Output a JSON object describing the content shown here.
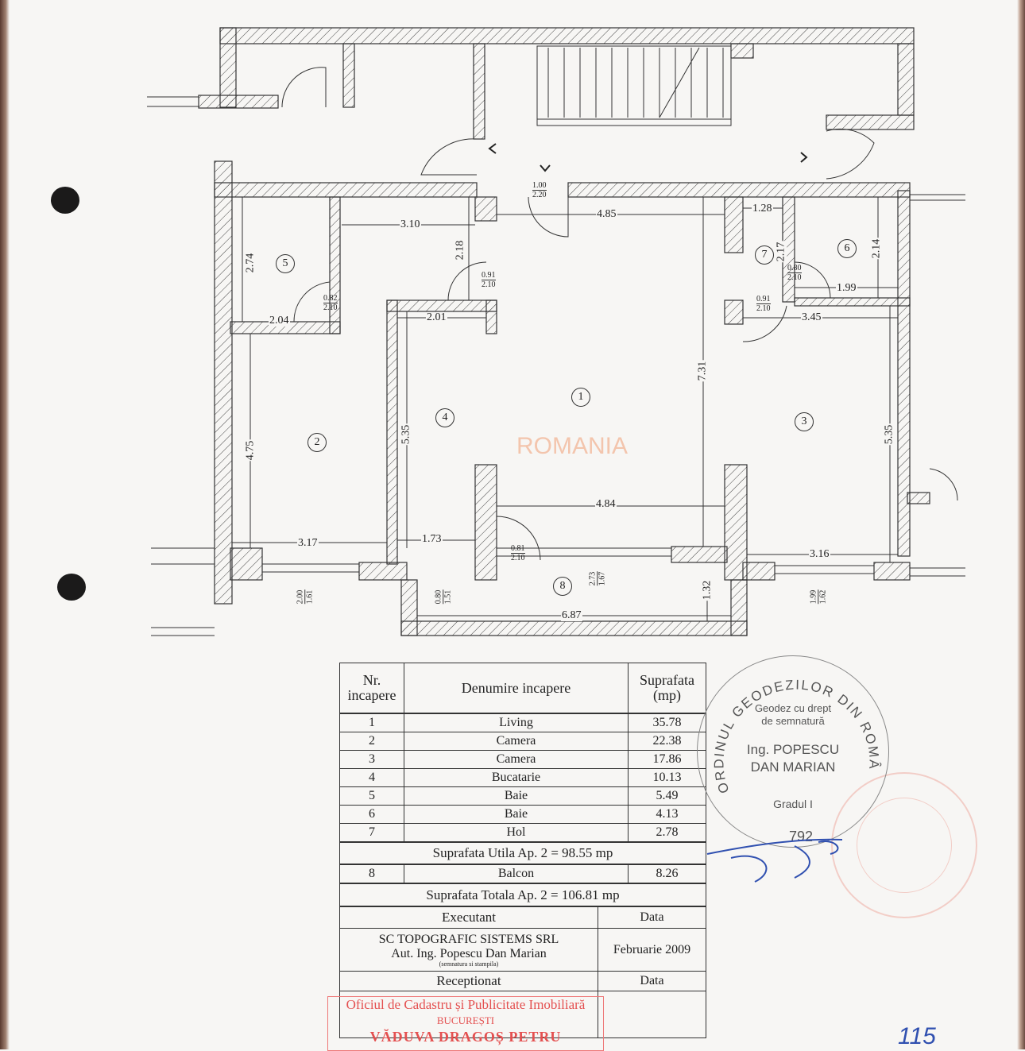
{
  "plan": {
    "watermark": "ROMANIA",
    "room_numbers": [
      "1",
      "2",
      "3",
      "4",
      "5",
      "6",
      "7",
      "8"
    ],
    "dimensions": [
      "3.10",
      "4.85",
      "1.28",
      "2.74",
      "2.18",
      "2.17",
      "2.14",
      "2.04",
      "2.01",
      "1.99",
      "3.45",
      "7.31",
      "4.75",
      "5.35",
      "5.35",
      "4.84",
      "3.17",
      "1.73",
      "3.16",
      "6.87",
      "1.32"
    ],
    "doors": [
      {
        "w": "1.00",
        "h": "2.20"
      },
      {
        "w": "0.91",
        "h": "2.10"
      },
      {
        "w": "0.82",
        "h": "2.10"
      },
      {
        "w": "0.80",
        "h": "2.10"
      },
      {
        "w": "0.91",
        "h": "2.10"
      },
      {
        "w": "0.81",
        "h": "2.10"
      }
    ],
    "windows": [
      {
        "w": "2.00",
        "h": "1.61"
      },
      {
        "w": "0.80",
        "h": "1.51"
      },
      {
        "w": "2.73",
        "h": "1.67"
      },
      {
        "w": "1.99",
        "h": "1.62"
      }
    ]
  },
  "table": {
    "headers": {
      "nr": "Nr. incapere",
      "name": "Denumire incapere",
      "area": "Suprafata (mp)"
    },
    "rows": [
      {
        "nr": "1",
        "name": "Living",
        "area": "35.78"
      },
      {
        "nr": "2",
        "name": "Camera",
        "area": "22.38"
      },
      {
        "nr": "3",
        "name": "Camera",
        "area": "17.86"
      },
      {
        "nr": "4",
        "name": "Bucatarie",
        "area": "10.13"
      },
      {
        "nr": "5",
        "name": "Baie",
        "area": "5.49"
      },
      {
        "nr": "6",
        "name": "Baie",
        "area": "4.13"
      },
      {
        "nr": "7",
        "name": "Hol",
        "area": "2.78"
      }
    ],
    "useful_total": "Suprafata Utila Ap. 2 = 98.55 mp",
    "balcony": {
      "nr": "8",
      "name": "Balcon",
      "area": "8.26"
    },
    "grand_total": "Suprafata Totala Ap. 2 = 106.81 mp"
  },
  "signoff": {
    "executant_label": "Executant",
    "date_label": "Data",
    "company": "SC TOPOGRAFIC SISTEMS SRL",
    "author": "Aut. Ing. Popescu Dan Marian",
    "sign_note": "(semnatura si stampila)",
    "date": "Februarie 2009",
    "received_label": "Receptionat",
    "received_date_label": "Data"
  },
  "stamps": {
    "ocpi_line1": "Oficiul de Cadastru și Publicitate Imobiliară",
    "ocpi_line2": "BUCUREȘTI",
    "ocpi_line3": "VĂDUVA DRAGOȘ PETRU",
    "seal_ring": "ORDINUL GEODEZILOR DIN ROMÂNIA",
    "seal_line1": "Geodez cu drept",
    "seal_line2": "de semnatură",
    "seal_line3": "Ing. POPESCU",
    "seal_line4": "DAN MARIAN",
    "seal_line5": "Gradul I",
    "seal_number": "792"
  },
  "page_number": "115",
  "colors": {
    "paper": "#f7f6f4",
    "ink": "#222222",
    "stamp_red": "#e45050",
    "signature_blue": "#3050b0"
  }
}
